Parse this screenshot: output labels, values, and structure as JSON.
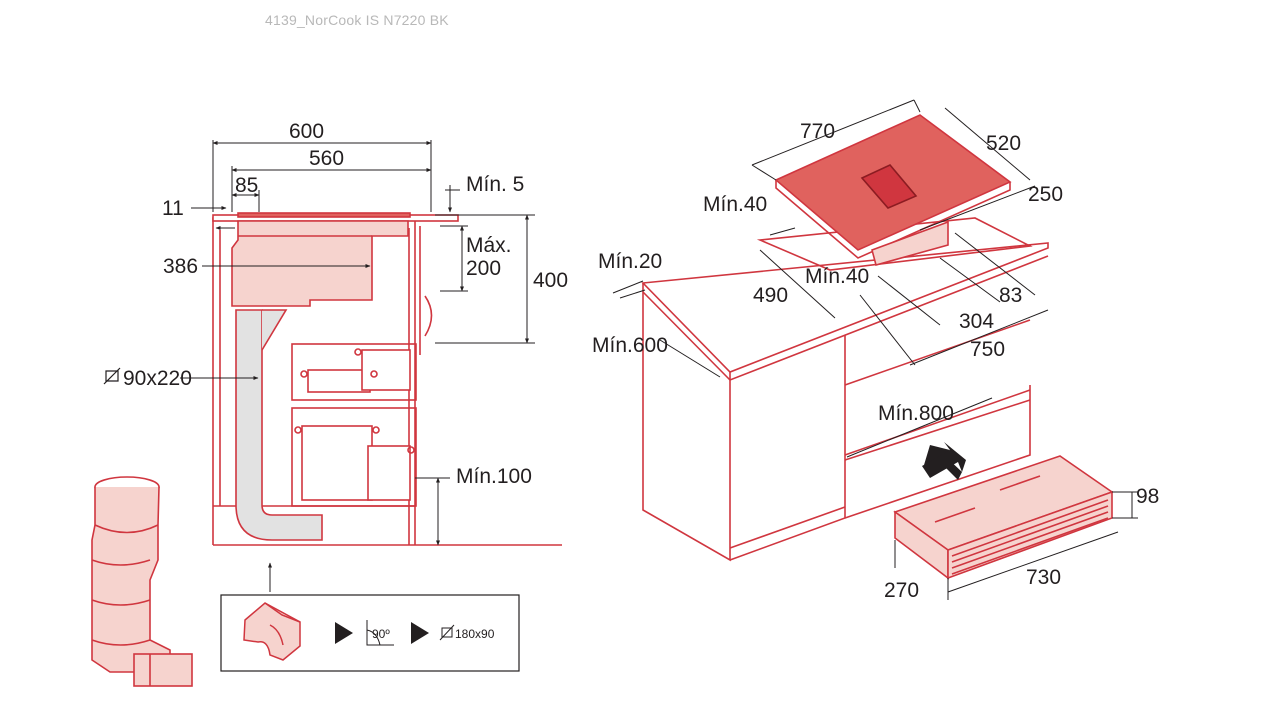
{
  "page": {
    "title": "4139_NorCook IS N7220 BK"
  },
  "colors": {
    "outline": "#d0363f",
    "fill_light": "#f6d3ce",
    "fill_hob": "#e0625e",
    "fill_duct": "#e2e2e2",
    "dim_line": "#231f20"
  },
  "side_view": {
    "dimensions": {
      "width_total": "600",
      "width_inner": "560",
      "offset_85": "85",
      "offset_11": "11",
      "min_5": "Mín. 5",
      "max_200": "Máx.",
      "max_200_value": "200",
      "height_400": "400",
      "depth_386": "386",
      "duct_size": "90x220",
      "min_100": "Mín.100"
    },
    "inset": {
      "angle": "90º",
      "duct_size": "180x90",
      "icons": [
        "elbow-duct-icon",
        "play-arrow-icon",
        "angle-icon",
        "play-arrow-icon",
        "diameter-icon"
      ]
    }
  },
  "iso_view": {
    "dimensions": {
      "hob_width": "770",
      "hob_depth": "520",
      "hood_250": "250",
      "min_40_top": "Mín.40",
      "min_20": "Mín.20",
      "cutout_490": "490",
      "min_40_mid": "Mín.40",
      "hood_83": "83",
      "hood_304": "304",
      "cutout_750": "750",
      "min_600": "Mín.600",
      "min_800": "Mín.800",
      "box_98": "98",
      "box_270": "270",
      "box_730": "730"
    }
  }
}
